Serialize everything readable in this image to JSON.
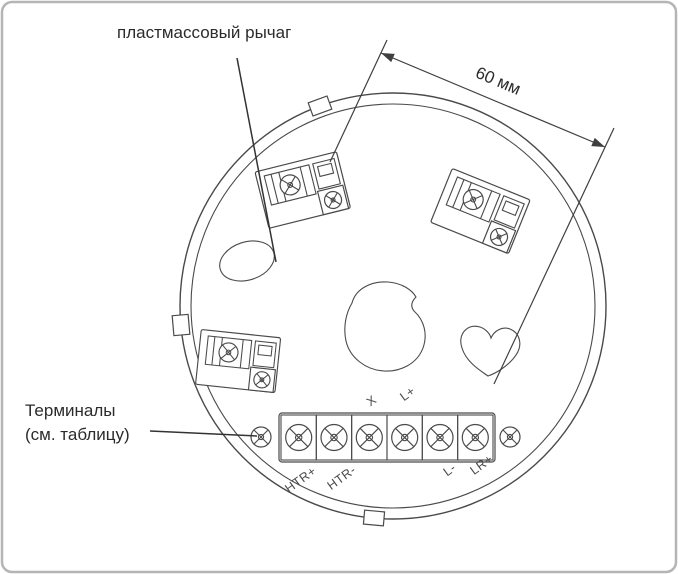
{
  "colors": {
    "line": "#4a4a4a",
    "frame_border": "#b5b5b5",
    "text": "#2b2b2b"
  },
  "labels": {
    "lever": "пластмассовый рычаг",
    "dimension": "60 мм",
    "terminals_line1": "Терминалы",
    "terminals_line2": "(см. таблицу)"
  },
  "terminals": {
    "top": [
      "X",
      "L+"
    ],
    "bottom": [
      "HTR+",
      "HTR-",
      "L-",
      "LR+"
    ]
  }
}
